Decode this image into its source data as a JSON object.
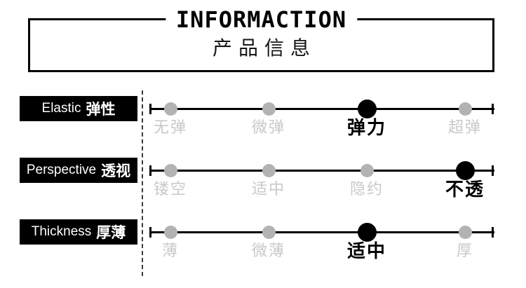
{
  "header": {
    "title": "INFORMACTION",
    "subtitle": "产品信息"
  },
  "colors": {
    "ink": "#000000",
    "dot_gray": "#b3b3b3",
    "label_gray": "#c8c8c8"
  },
  "rows": [
    {
      "label_en": "Elastic",
      "label_zh": "弹性",
      "options": [
        "无弹",
        "微弹",
        "弹力",
        "超弹"
      ],
      "selected_index": 2,
      "selected_label": "弹力"
    },
    {
      "label_en": "Perspective",
      "label_zh": "透视",
      "options": [
        "镂空",
        "适中",
        "隐约",
        "不透"
      ],
      "selected_index": 3,
      "selected_label": "不透"
    },
    {
      "label_en": "Thickness",
      "label_zh": "厚薄",
      "options": [
        "薄",
        "微薄",
        "适中",
        "厚"
      ],
      "selected_index": 2,
      "selected_label": "适中"
    }
  ]
}
